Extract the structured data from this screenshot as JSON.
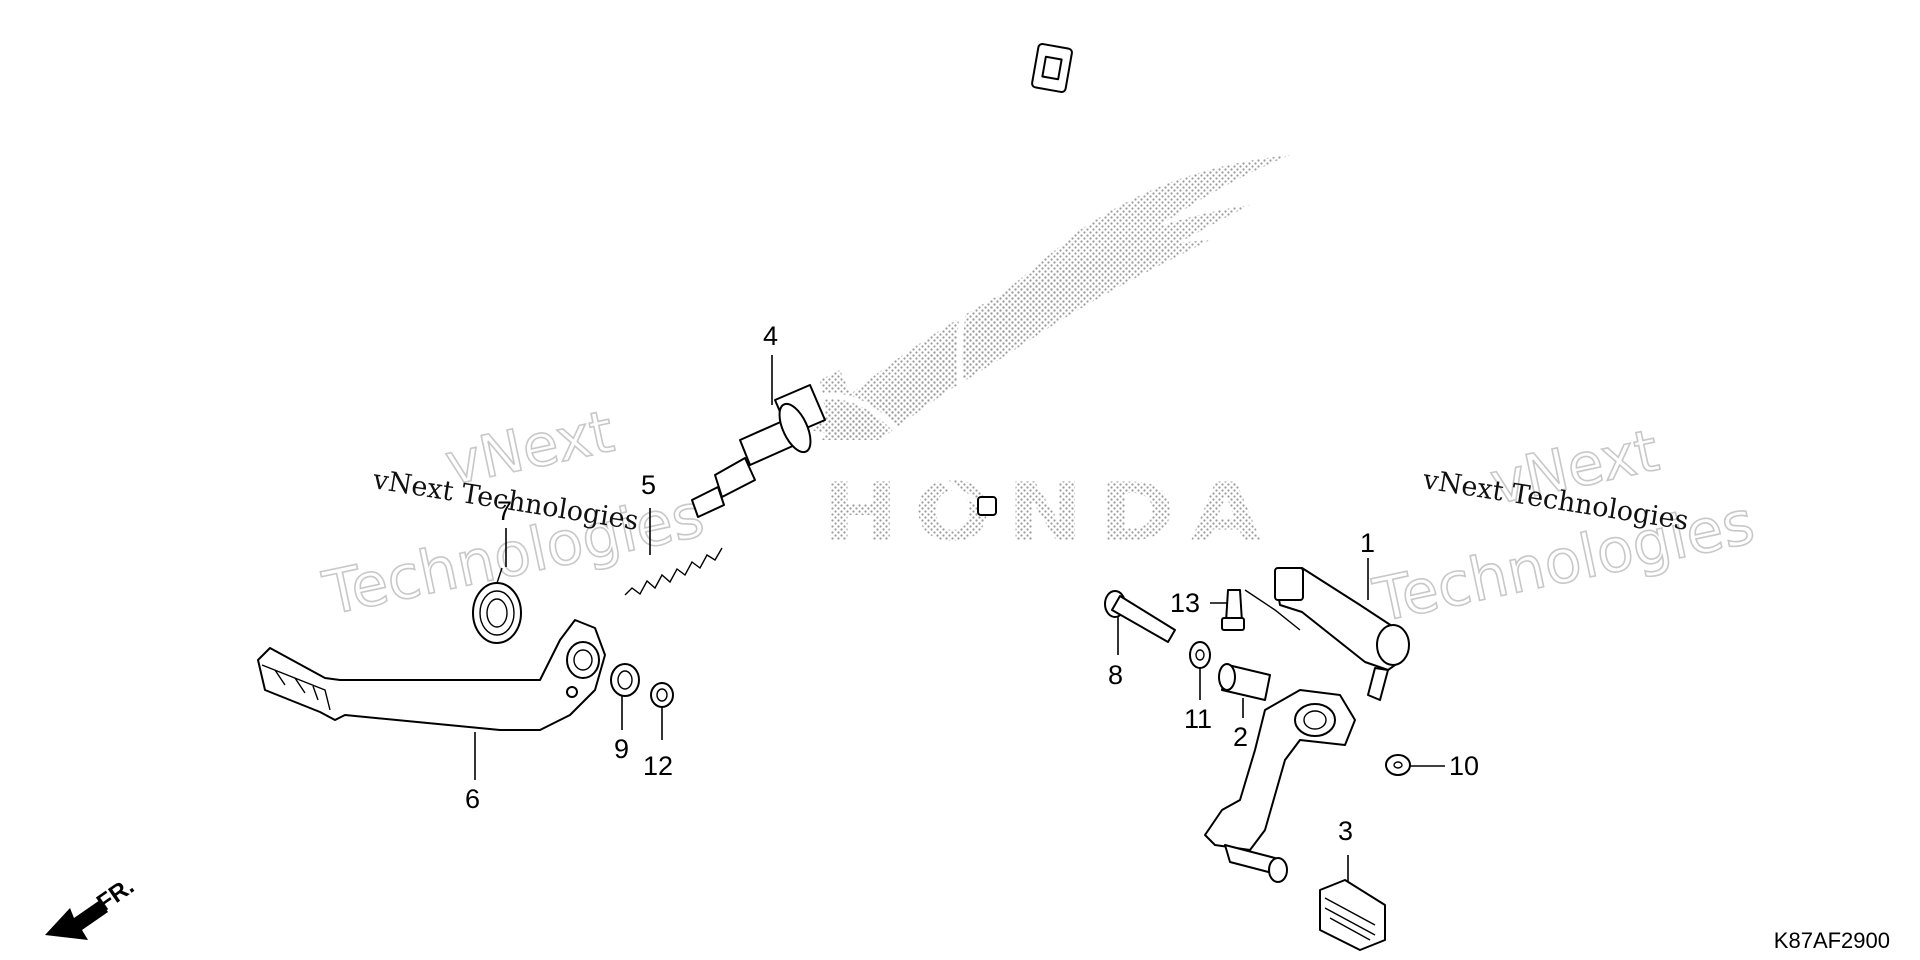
{
  "callouts": [
    {
      "id": "1",
      "text": "1"
    },
    {
      "id": "2",
      "text": "2"
    },
    {
      "id": "3",
      "text": "3"
    },
    {
      "id": "4",
      "text": "4"
    },
    {
      "id": "5",
      "text": "5"
    },
    {
      "id": "6",
      "text": "6"
    },
    {
      "id": "7",
      "text": "7"
    },
    {
      "id": "8",
      "text": "8"
    },
    {
      "id": "9",
      "text": "9"
    },
    {
      "id": "10",
      "text": "10"
    },
    {
      "id": "11",
      "text": "11"
    },
    {
      "id": "12",
      "text": "12"
    },
    {
      "id": "13",
      "text": "13"
    }
  ],
  "watermarks": {
    "left": {
      "line1": "vNext",
      "line2": "Technologies",
      "small": "vNext Technologies"
    },
    "right": {
      "line1": "vNext",
      "line2": "Technologies",
      "small": "vNext Technologies"
    }
  },
  "brand_logo_text": "HONDA",
  "front_indicator": "FR.",
  "diagram_code": "K87AF2900"
}
